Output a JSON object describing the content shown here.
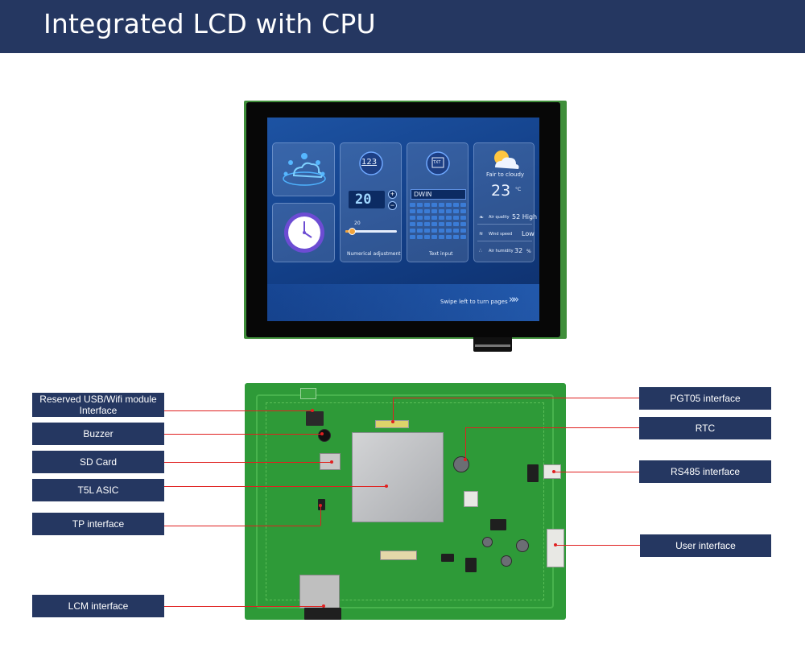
{
  "header": {
    "title": "Integrated LCD with CPU"
  },
  "screen": {
    "number_icon_label": "123",
    "number_value": "20",
    "slider_value": "20",
    "slider_level": 0.12,
    "number_caption": "Numerical adjustment",
    "text_icon_label": "TXT",
    "text_input_value": "DWIN",
    "text_caption": "Text input",
    "weather": {
      "condition": "Fair to cloudy",
      "temperature": "23",
      "unit": "°C",
      "rows": [
        {
          "label": "Air quality",
          "value": "52 High"
        },
        {
          "label": "Wind speed",
          "value": "Low"
        },
        {
          "label": "Air humidity",
          "value": "32",
          "unit": "%"
        }
      ]
    },
    "swipe_hint": "Swipe left to turn pages"
  },
  "callouts": {
    "usb_wifi": "Reserved USB/Wifi module Interface",
    "buzzer": "Buzzer",
    "sd_card": "SD Card",
    "t5l_asic": "T5L ASIC",
    "tp_interface": "TP interface",
    "lcm_interface": "LCM interface",
    "pgt05": "PGT05 interface",
    "rtc": "RTC",
    "rs485": "RS485 interface",
    "user_interface": "User interface"
  },
  "colors": {
    "header_bg": "#253761",
    "callout_bg": "#253761",
    "leader": "#e02020",
    "pcb": "#2e9a38"
  }
}
